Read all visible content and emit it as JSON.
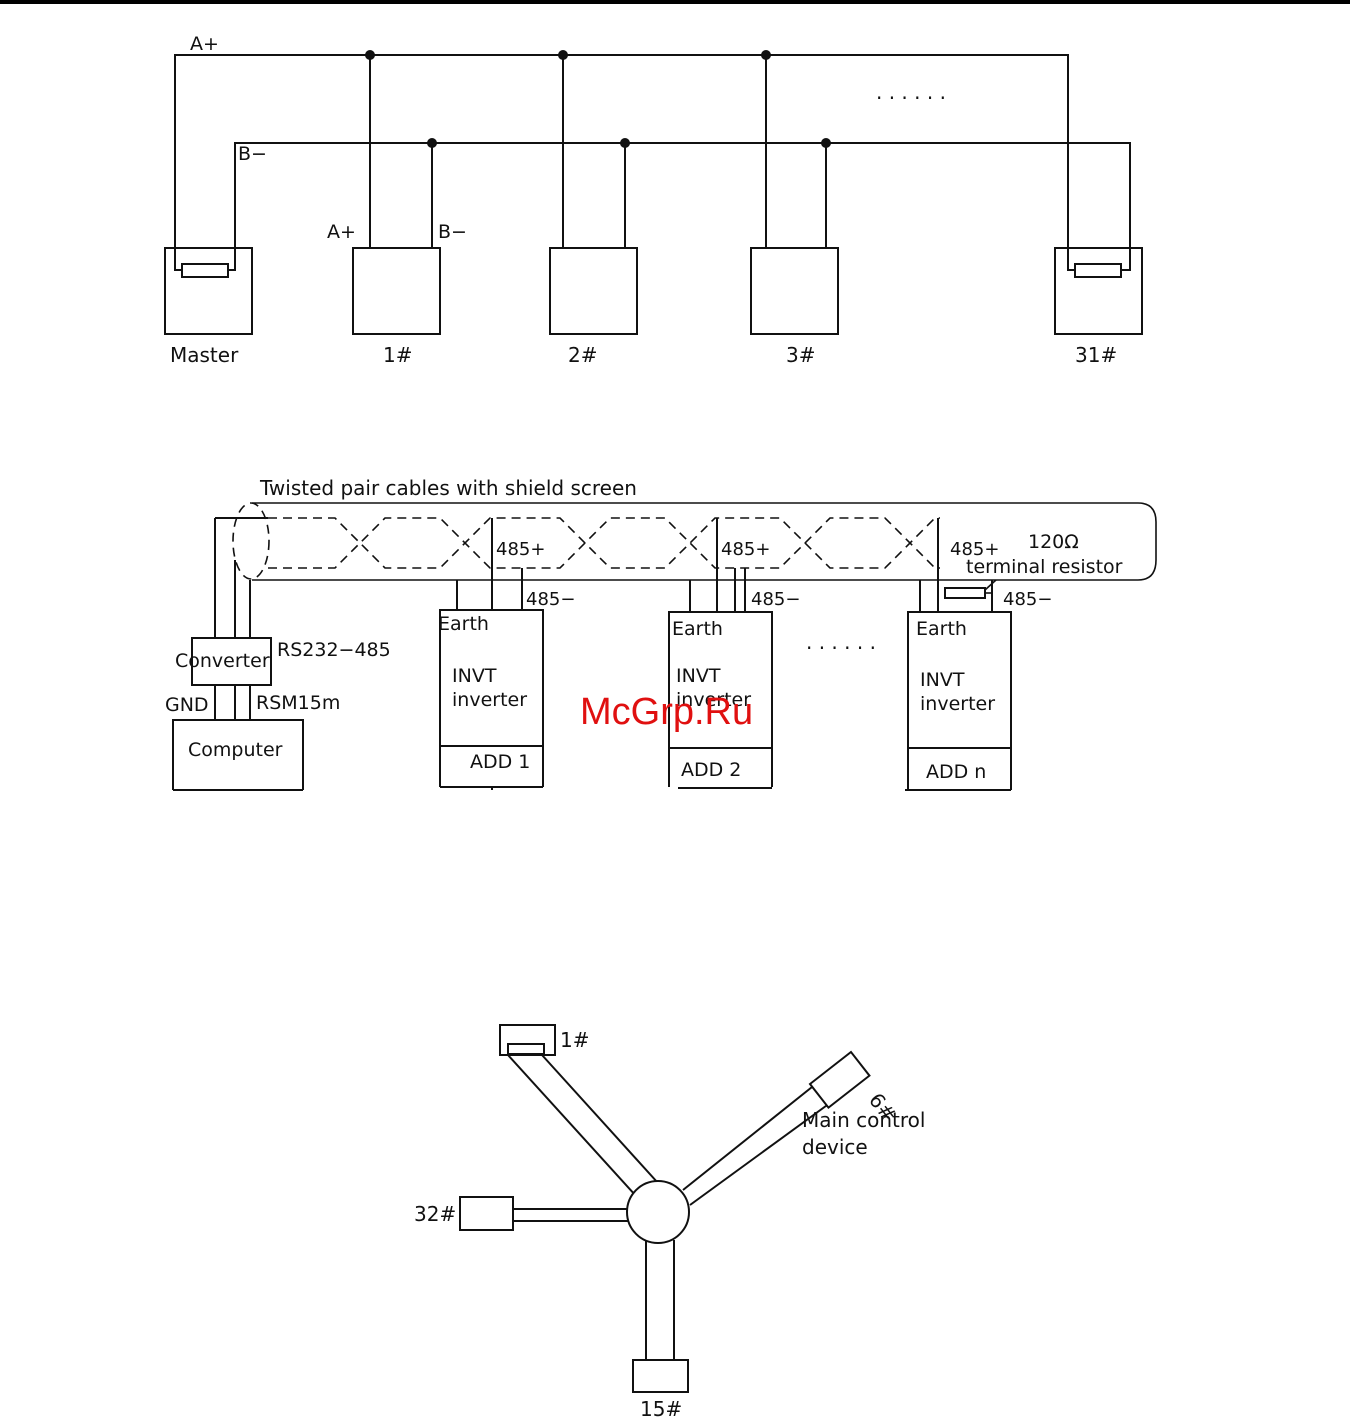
{
  "diagram1": {
    "bus_a_label": "A+",
    "bus_b_label": "B−",
    "terminal_a_label": "A+",
    "terminal_b_label": "B−",
    "ellipsis": "· · · · · ·",
    "nodes": [
      "Master",
      "1#",
      "2#",
      "3#",
      "31#"
    ]
  },
  "diagram2": {
    "cable_label": "Twisted pair cables with shield screen",
    "converter_label": "Converter",
    "converter_type": "RS232−485",
    "gnd_label": "GND",
    "rs_label": "RSM15m",
    "computer_label": "Computer",
    "resistor_value": "120Ω",
    "resistor_label": "terminal resistor",
    "ellipsis": "· · · · · ·",
    "inverters": [
      {
        "pos_label": "485+",
        "neg_label": "485−",
        "earth": "Earth",
        "line1": "INVT",
        "line2": "inverter",
        "addr": "ADD  1"
      },
      {
        "pos_label": "485+",
        "neg_label": "485−",
        "earth": "Earth",
        "line1": "INVT",
        "line2": "inverter",
        "addr": "ADD  2"
      },
      {
        "pos_label": "485+",
        "neg_label": "485−",
        "earth": "Earth",
        "line1": "INVT",
        "line2": "inverter",
        "addr": "ADD  n"
      }
    ]
  },
  "diagram3": {
    "node_1": "1#",
    "node_6": "6#",
    "node_32": "32#",
    "node_15": "15#",
    "main_line1": "Main  control",
    "main_line2": "device"
  },
  "watermark": "McGrp.Ru"
}
